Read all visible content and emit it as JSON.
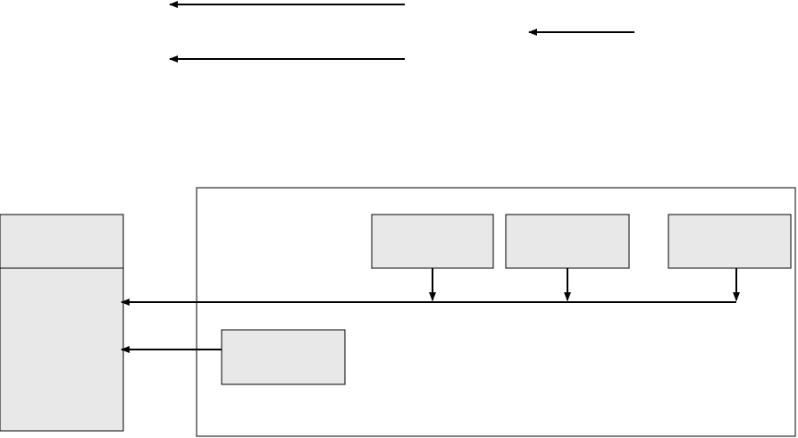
{
  "diagram": {
    "colors": {
      "stroke": "#000000",
      "box_fill": "#e8e8e8",
      "background": "#ffffff"
    },
    "nodes": [
      {
        "id": "left-top-box",
        "label": ""
      },
      {
        "id": "left-column-box",
        "label": ""
      },
      {
        "id": "container-frame",
        "label": ""
      },
      {
        "id": "module-box-1",
        "label": ""
      },
      {
        "id": "module-box-2",
        "label": ""
      },
      {
        "id": "module-box-3",
        "label": ""
      },
      {
        "id": "lower-module-box",
        "label": ""
      }
    ],
    "edges": [
      {
        "from": "module-box-1",
        "to": "bus-line",
        "label": ""
      },
      {
        "from": "module-box-2",
        "to": "bus-line",
        "label": ""
      },
      {
        "from": "module-box-3",
        "to": "bus-line",
        "label": ""
      },
      {
        "from": "bus-line",
        "to": "left-column-box",
        "label": ""
      },
      {
        "from": "lower-module-box",
        "to": "left-column-box",
        "label": ""
      }
    ],
    "legend_arrows": [
      {
        "id": "legend-arrow-1",
        "label": ""
      },
      {
        "id": "legend-arrow-2",
        "label": ""
      },
      {
        "id": "legend-arrow-3",
        "label": ""
      }
    ]
  }
}
